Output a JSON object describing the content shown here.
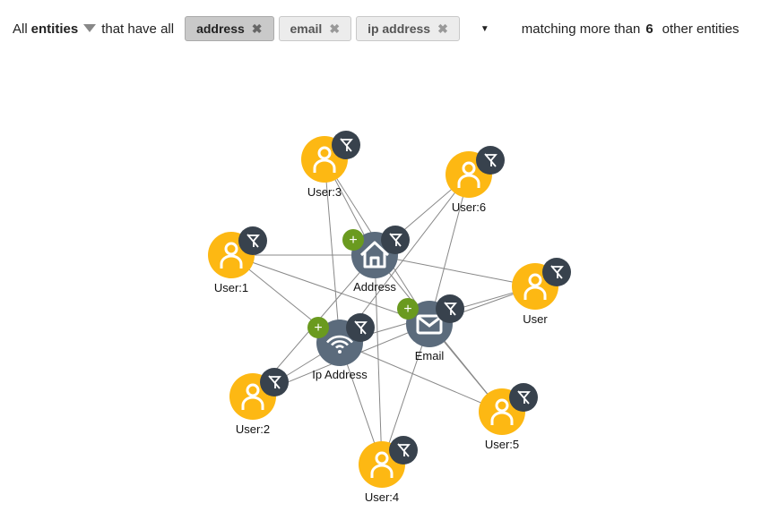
{
  "filter": {
    "prefix": "All",
    "entities": "entities",
    "that_have": "that have all",
    "chips": [
      {
        "label": "address",
        "active": true
      },
      {
        "label": "email",
        "active": false
      },
      {
        "label": "ip address",
        "active": false
      }
    ],
    "matching": "matching more than",
    "count": "6",
    "suffix": "other entities"
  },
  "colors": {
    "user": "#FDB813",
    "hub": "#5b6b7c",
    "badge": "#38424d",
    "plus": "#6a9a1f",
    "edge": "#888888"
  },
  "graph": {
    "hubs": [
      {
        "id": "address",
        "label": "Address",
        "icon": "home-icon"
      },
      {
        "id": "email",
        "label": "Email",
        "icon": "mail-icon"
      },
      {
        "id": "ip",
        "label": "Ip Address",
        "icon": "wifi-icon"
      }
    ],
    "users": [
      {
        "label": "User:3"
      },
      {
        "label": "User:6"
      },
      {
        "label": "User:1"
      },
      {
        "label": "User"
      },
      {
        "label": "User:2"
      },
      {
        "label": "User:5"
      },
      {
        "label": "User:4"
      }
    ],
    "plus_label": "+"
  }
}
